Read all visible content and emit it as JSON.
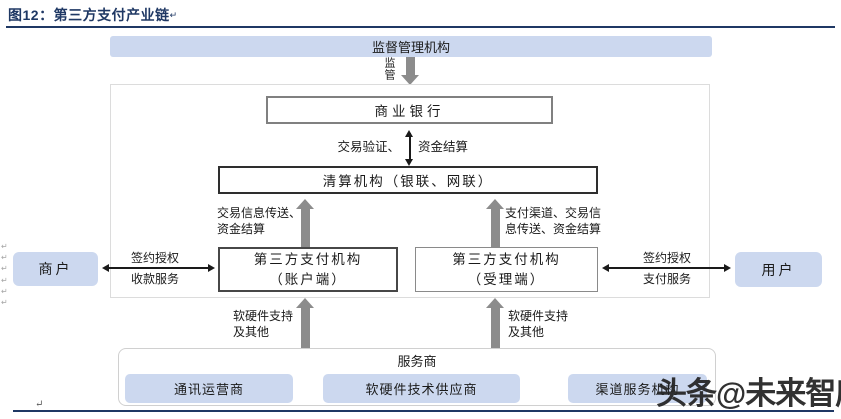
{
  "title": {
    "label": "图12：第三方支付产业链",
    "return_mark": "↵"
  },
  "regulator": {
    "label": "监督管理机构",
    "arrow_label": "监管"
  },
  "bank": {
    "label": "商业银行"
  },
  "bank_clearing_link": {
    "label_left": "交易验证、",
    "label_right": "资金结算"
  },
  "clearing": {
    "label": "清算机构（银联、网联）"
  },
  "account_clearing_link": {
    "line1": "交易信息传送、",
    "line2": "资金结算"
  },
  "acquiring_clearing_link": {
    "line1": "支付渠道、交易信",
    "line2": "息传送、资金结算"
  },
  "tpp_account": {
    "line1": "第三方支付机构",
    "line2": "（账户端）"
  },
  "tpp_acquiring": {
    "line1": "第三方支付机构",
    "line2": "（受理端）"
  },
  "merchant": {
    "label": "商户"
  },
  "user": {
    "label": "用户"
  },
  "merchant_link": {
    "line1": "签约授权",
    "line2": "收款服务"
  },
  "user_link": {
    "line1": "签约授权",
    "line2": "支付服务"
  },
  "support_link_left": {
    "line1": "软硬件支持",
    "line2": "及其他"
  },
  "support_link_right": {
    "line1": "软硬件支持",
    "line2": "及其他"
  },
  "service_provider": {
    "label": "服务商",
    "items": [
      "通讯运营商",
      "软硬件技术供应商",
      "渠道服务机构"
    ]
  },
  "watermark": {
    "label": "头条@未来智库"
  },
  "artifacts": {
    "return_mark": "↵"
  },
  "colors": {
    "navy": "#1f3864",
    "light_blue": "#ccd8ef",
    "arrow_gray": "#8c8c8c"
  }
}
